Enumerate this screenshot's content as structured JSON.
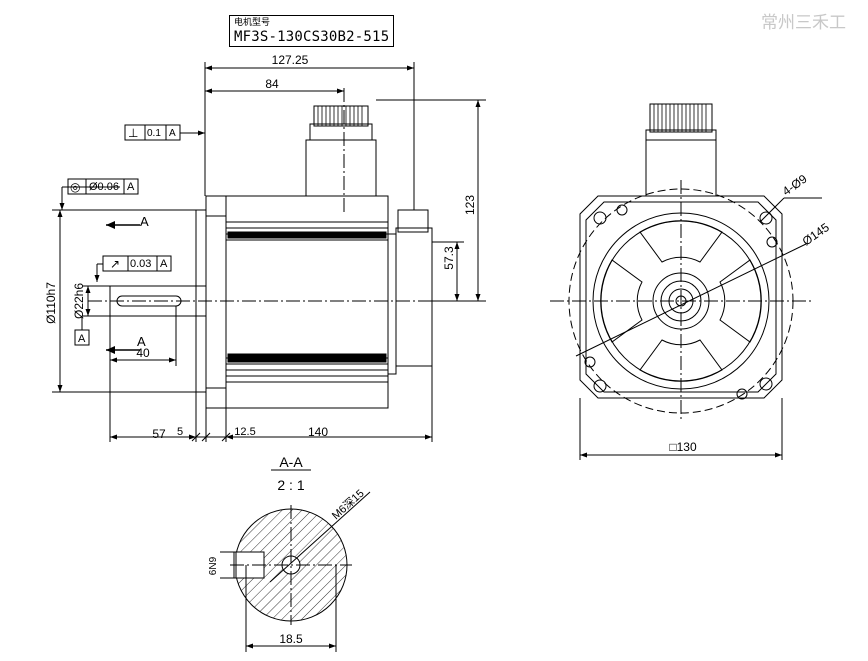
{
  "model": {
    "caption": "电机型号",
    "name": "MF3S-130CS30B2-515"
  },
  "watermark": "常州三禾工",
  "tolerances": {
    "perp": {
      "symbol": "⊥",
      "value": "0.1",
      "datum": "A"
    },
    "conc": {
      "symbol": "◎",
      "value": "Ø0.06",
      "datum": "A"
    },
    "runout": {
      "symbol": "↗",
      "value": "0.03",
      "datum": "A"
    },
    "datum_label": "A"
  },
  "side_dims": {
    "overall_length": "127.25",
    "connector_pos": "84",
    "total_height": "123",
    "flange_dia": "Ø110h7",
    "shaft_dia": "Ø22h6",
    "key_length": "40",
    "shaft_length": "57",
    "flange_step": "5",
    "flange_thick": "12.5",
    "body_length": "140",
    "connector_offset": "57.3",
    "section_mark": "A"
  },
  "front_dims": {
    "bolt_holes": "4-Ø9",
    "pcd": "Ø145",
    "square": "□130"
  },
  "section": {
    "title": "A-A",
    "scale": "2 : 1",
    "thread": "M6深15",
    "key_width": "6N9",
    "key_depth": "18.5"
  }
}
